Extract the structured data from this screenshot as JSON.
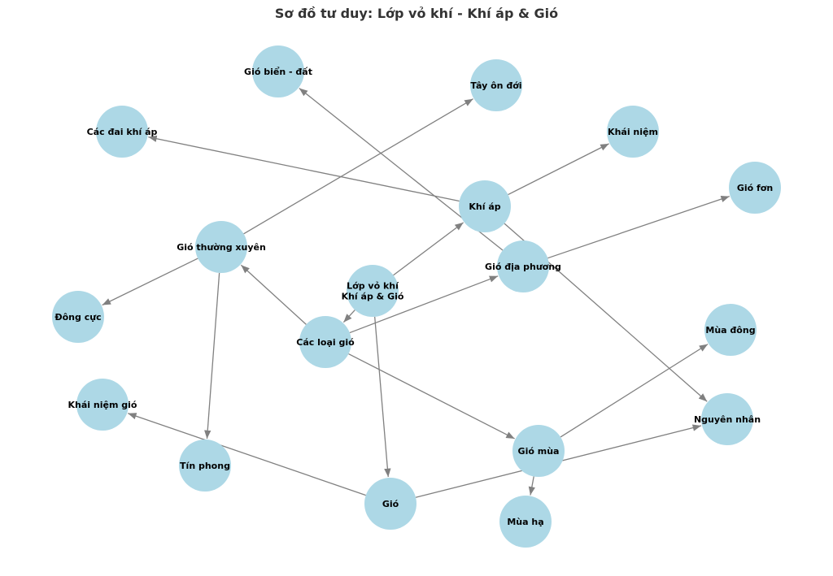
{
  "title": "Sơ đồ tư duy: Lớp vỏ khí - Khí áp & Gió",
  "colors": {
    "node": "#add8e6",
    "edge": "#808080"
  },
  "nodes": [
    {
      "id": "root",
      "label": "Lớp vỏ khí\nKhí áp & Gió"
    },
    {
      "id": "khiap",
      "label": "Khí áp"
    },
    {
      "id": "cacloaigio",
      "label": "Các loại gió"
    },
    {
      "id": "gio",
      "label": "Gió"
    },
    {
      "id": "khainiem",
      "label": "Khái niệm"
    },
    {
      "id": "caidai",
      "label": "Các đai khí áp"
    },
    {
      "id": "nguyennhan",
      "label": "Nguyên nhân"
    },
    {
      "id": "giothuongxuyen",
      "label": "Gió thường xuyên"
    },
    {
      "id": "giodiaphuong",
      "label": "Gió địa phương"
    },
    {
      "id": "giomua",
      "label": "Gió mùa"
    },
    {
      "id": "tayondoi",
      "label": "Tây ôn đới"
    },
    {
      "id": "dongcuc",
      "label": "Đông cực"
    },
    {
      "id": "tinphong",
      "label": "Tín phong"
    },
    {
      "id": "giobien",
      "label": "Gió biển - đất"
    },
    {
      "id": "giofon",
      "label": "Gió fơn"
    },
    {
      "id": "muadong",
      "label": "Mùa đông"
    },
    {
      "id": "muaha",
      "label": "Mùa hạ"
    },
    {
      "id": "khainiemgio",
      "label": "Khái niệm gió"
    }
  ],
  "edges": [
    [
      "root",
      "khiap"
    ],
    [
      "root",
      "cacloaigio"
    ],
    [
      "root",
      "gio"
    ],
    [
      "khiap",
      "khainiem"
    ],
    [
      "khiap",
      "caidai"
    ],
    [
      "khiap",
      "nguyennhan"
    ],
    [
      "cacloaigio",
      "giothuongxuyen"
    ],
    [
      "cacloaigio",
      "giodiaphuong"
    ],
    [
      "cacloaigio",
      "giomua"
    ],
    [
      "giothuongxuyen",
      "tayondoi"
    ],
    [
      "giothuongxuyen",
      "dongcuc"
    ],
    [
      "giothuongxuyen",
      "tinphong"
    ],
    [
      "giodiaphuong",
      "giobien"
    ],
    [
      "giodiaphuong",
      "giofon"
    ],
    [
      "giomua",
      "muadong"
    ],
    [
      "giomua",
      "muaha"
    ],
    [
      "gio",
      "khainiemgio"
    ],
    [
      "gio",
      "nguyennhan"
    ]
  ]
}
